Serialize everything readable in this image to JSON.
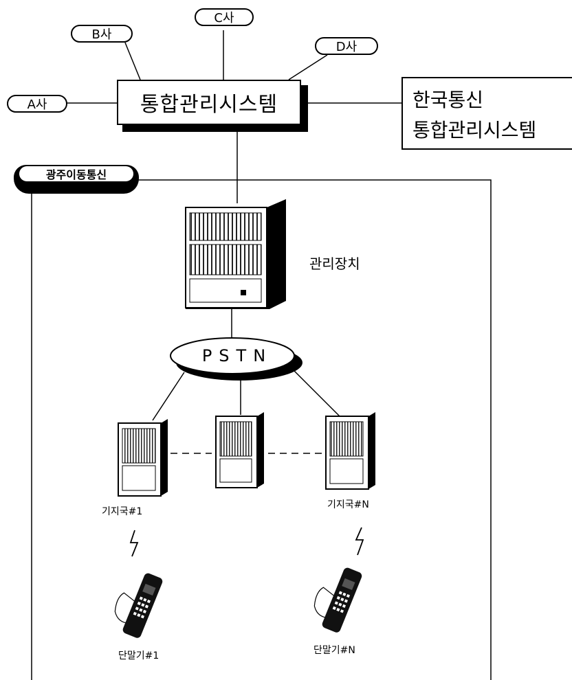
{
  "companies": {
    "a": "A사",
    "b": "B사",
    "c": "C사",
    "d": "D사"
  },
  "central_system": "통합관리시스템",
  "kt_system": {
    "line1": "한국통신",
    "line2": "통합관리시스템"
  },
  "region": "광주이동통신",
  "management_unit": "관리장치",
  "network": "PSTN",
  "base_stations": {
    "first": "기지국#1",
    "last": "기지국#N"
  },
  "terminals": {
    "first": "단말기#1",
    "last": "단말기#N"
  }
}
